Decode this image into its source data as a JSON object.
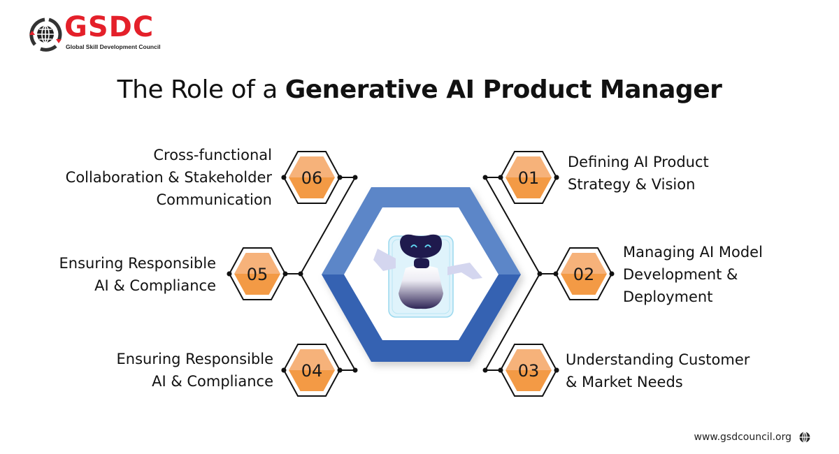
{
  "brand": {
    "name": "GSDC",
    "tagline": "Global Skill Development Council",
    "logo_icon": "globe-icon",
    "color": "#e4202a"
  },
  "title": {
    "light": "The Role of a",
    "bold": "Generative AI Product Manager"
  },
  "center": {
    "icon": "robot-icon",
    "hex_color": "#3d6ab8"
  },
  "items": [
    {
      "number": "01",
      "lines": [
        "Defining AI Product",
        "Strategy & Vision"
      ]
    },
    {
      "number": "02",
      "lines": [
        "Managing AI Model",
        "Development &",
        "Deployment"
      ]
    },
    {
      "number": "03",
      "lines": [
        "Understanding Customer",
        "& Market Needs"
      ]
    },
    {
      "number": "04",
      "lines": [
        "Ensuring Responsible",
        "AI & Compliance"
      ]
    },
    {
      "number": "05",
      "lines": [
        "Ensuring Responsible",
        "AI & Compliance"
      ]
    },
    {
      "number": "06",
      "lines": [
        "Cross-functional",
        "Collaboration & Stakeholder",
        "Communication"
      ]
    }
  ],
  "colors": {
    "hex_fill_top": "#f6b27a",
    "hex_fill_bottom": "#f39a45",
    "outline": "#111111"
  },
  "footer": {
    "url": "www.gsdcouncil.org",
    "icon": "globe-icon"
  }
}
